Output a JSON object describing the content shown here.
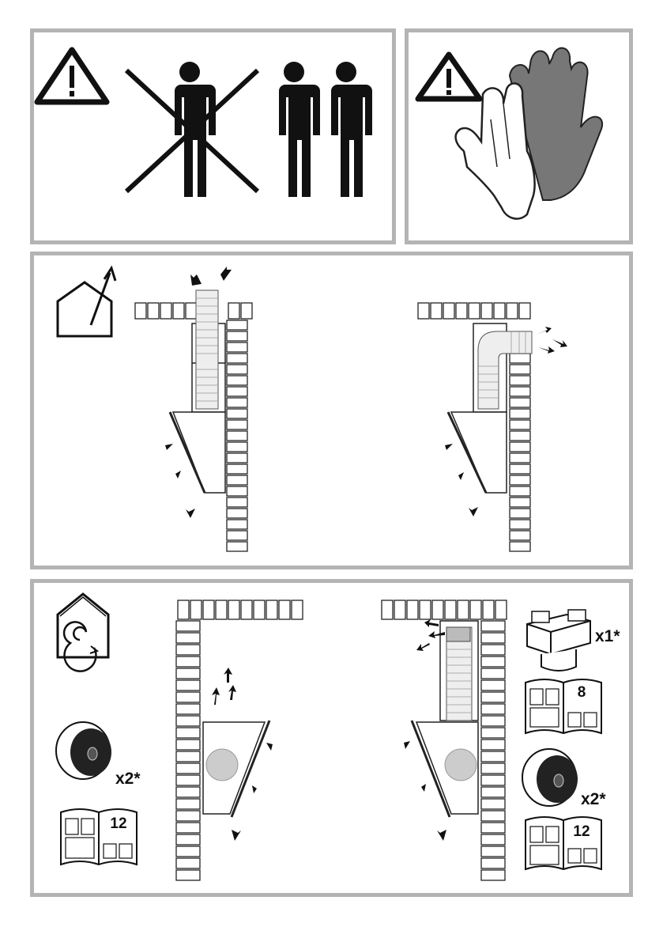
{
  "panels": {
    "people": {
      "warning": "warning-icon"
    },
    "gloves": {
      "warning": "warning-icon"
    },
    "ducted": {
      "icon": "house-vent-out-icon"
    },
    "recirculating": {
      "icon": "house-recirculate-icon",
      "labels": {
        "filter_left_qty": "x2*",
        "manual_page_left": "12",
        "adapter_qty": "x1*",
        "manual_page_adapter": "8",
        "filter_right_qty": "x2*",
        "manual_page_right": "12"
      }
    }
  },
  "colors": {
    "frame": "#b4b4b4",
    "ink": "#111111",
    "filter_disc": "#cccccc"
  }
}
